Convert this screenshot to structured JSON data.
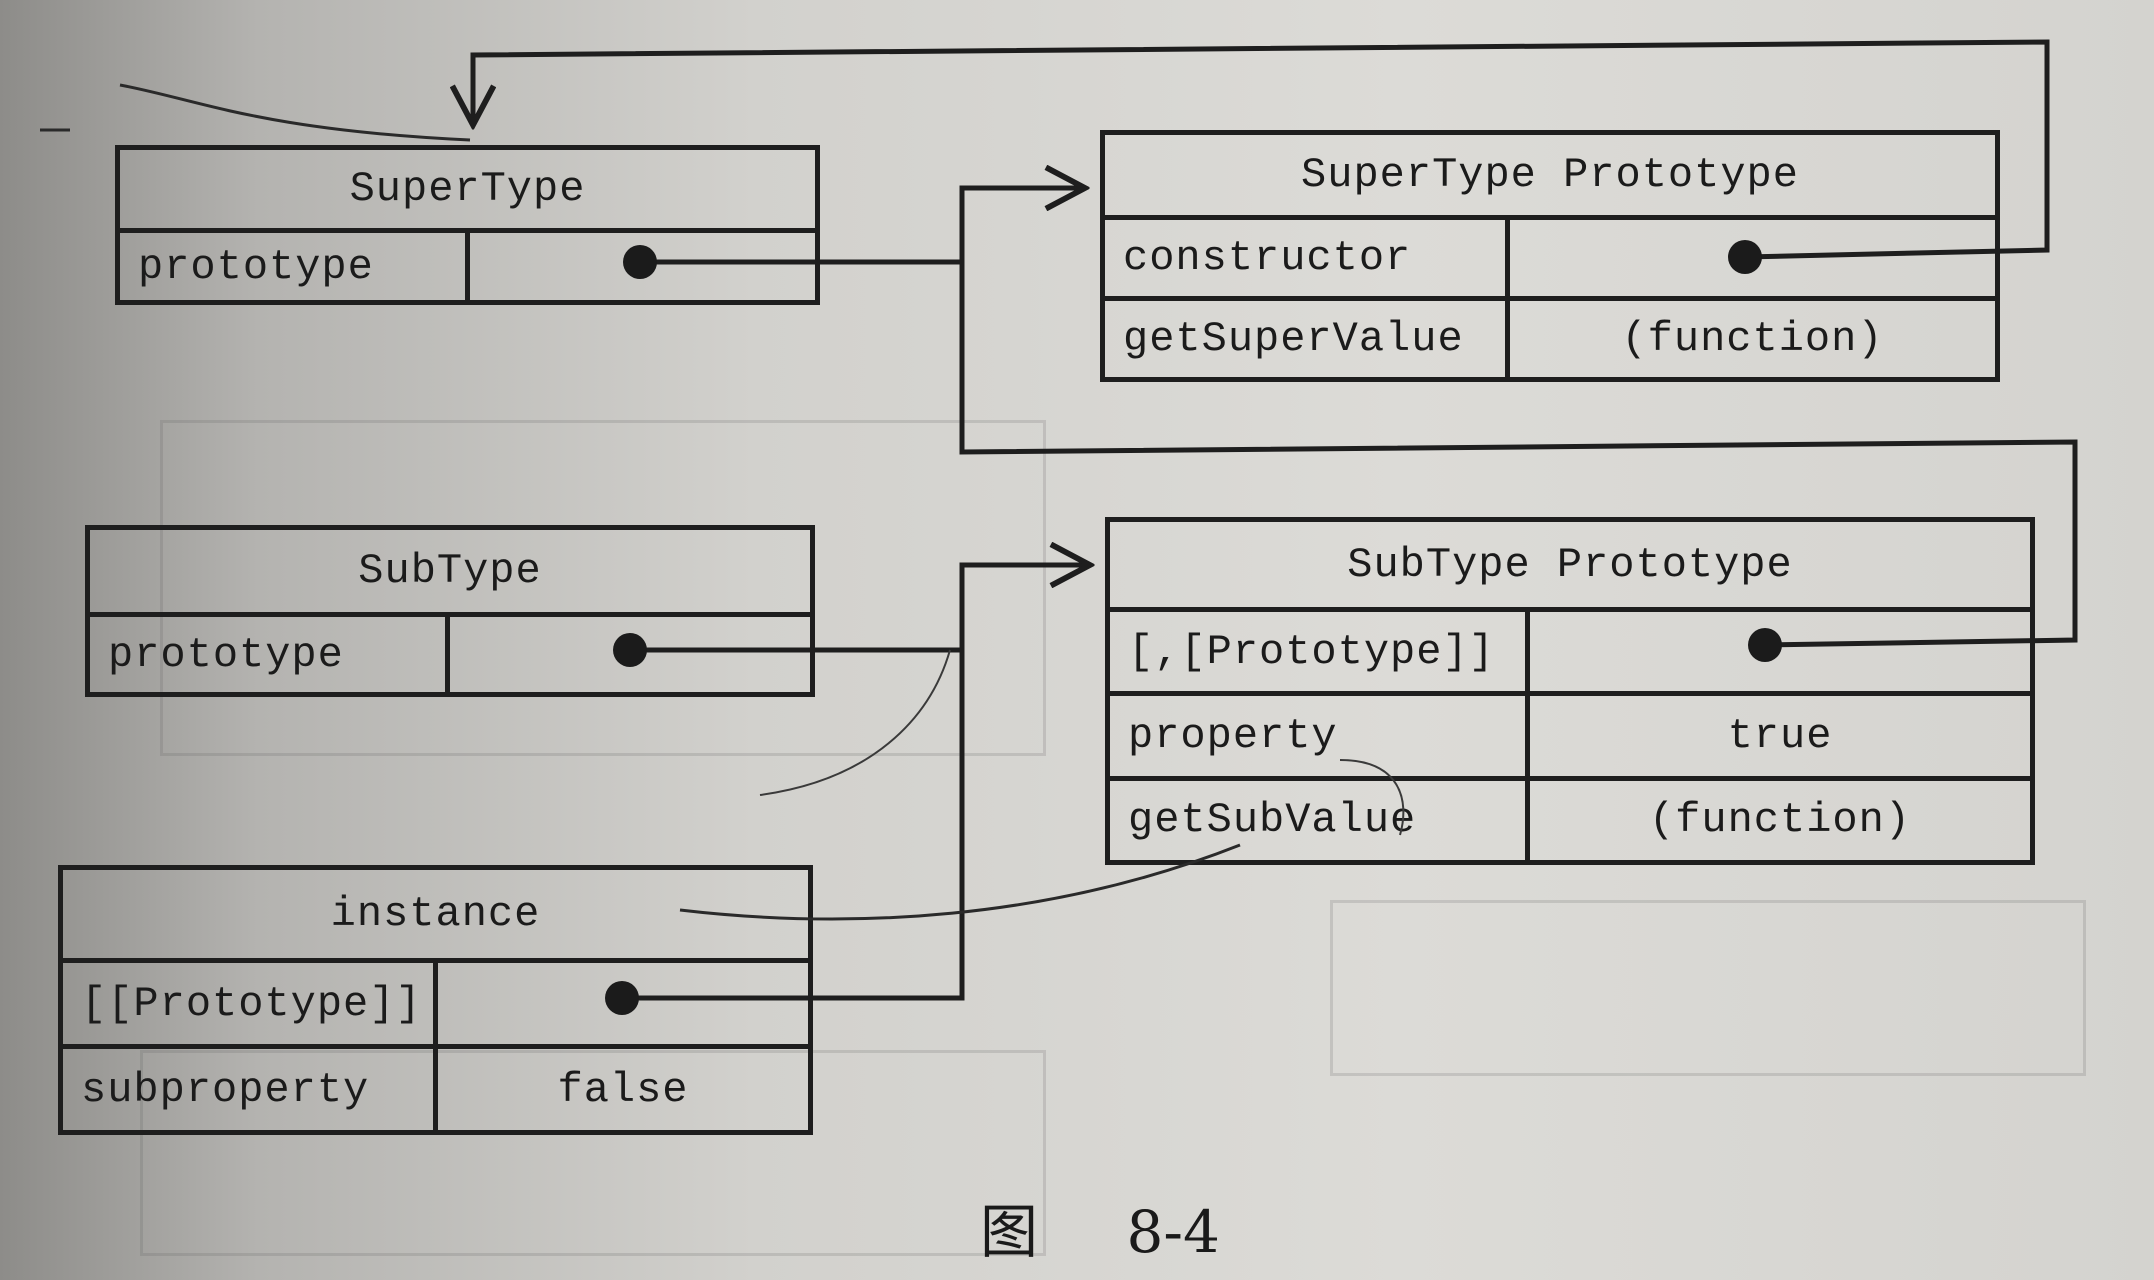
{
  "boxes": {
    "supertype": {
      "title": "SuperType",
      "rows": [
        {
          "key": "prototype",
          "value": ""
        }
      ]
    },
    "supertype_prototype": {
      "title": "SuperType Prototype",
      "rows": [
        {
          "key": "constructor",
          "value": ""
        },
        {
          "key": "getSuperValue",
          "value": "(function)"
        }
      ]
    },
    "subtype": {
      "title": "SubType",
      "rows": [
        {
          "key": "prototype",
          "value": ""
        }
      ]
    },
    "subtype_prototype": {
      "title": "SubType Prototype",
      "rows": [
        {
          "key": "[,[Prototype]]",
          "value": ""
        },
        {
          "key": "property",
          "value": "true"
        },
        {
          "key": "getSubValue",
          "value": "(function)"
        }
      ]
    },
    "instance": {
      "title": "instance",
      "rows": [
        {
          "key": "[[Prototype]]",
          "value": ""
        },
        {
          "key": "subproperty",
          "value": "false"
        }
      ]
    }
  },
  "caption": {
    "figure": "图",
    "number": "8-4"
  },
  "colors": {
    "ink": "#1e1e1e",
    "paper": "#d6d5d1"
  }
}
